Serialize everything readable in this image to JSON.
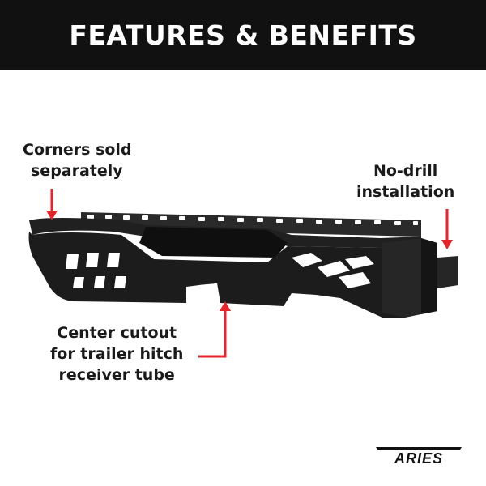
{
  "banner": {
    "title": "FEATURES & BENEFITS"
  },
  "callouts": {
    "corners": {
      "line1": "Corners sold",
      "line2": "separately"
    },
    "no_drill": {
      "line1": "No-drill",
      "line2": "installation"
    },
    "center": {
      "line1": "Center cutout",
      "line2": "for trailer hitch",
      "line3": "receiver tube"
    }
  },
  "brand": {
    "logo_text": "ARIES"
  },
  "colors": {
    "banner": "#111111",
    "arrow": "#e8232a",
    "bumper": "#1c1c1c"
  }
}
